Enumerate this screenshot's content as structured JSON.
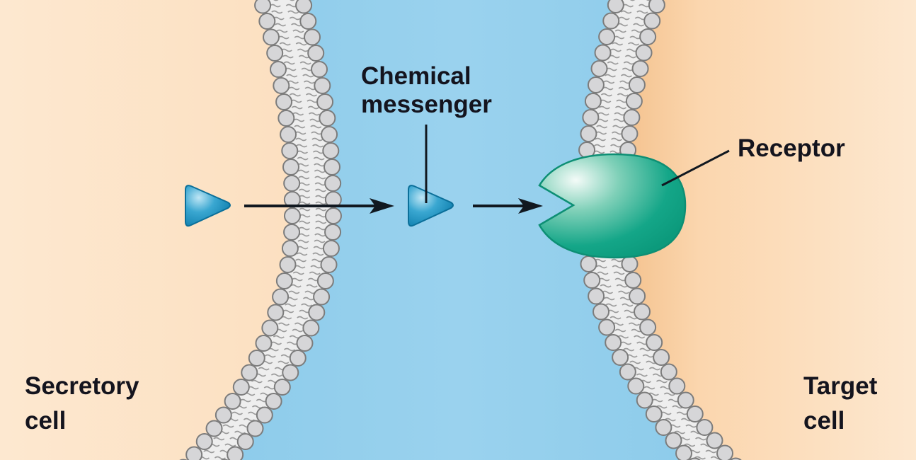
{
  "title": "Chemical signaling between a secretory cell and a target cell",
  "labels": {
    "chemical_messenger": [
      "Chemical",
      "messenger"
    ],
    "receptor": "Receptor",
    "secretory_cell": [
      "Secretory",
      "cell"
    ],
    "target_cell": [
      "Target",
      "cell"
    ]
  },
  "colors": {
    "cytoplasm_light": "#fde6cc",
    "cytoplasm_dark": "#f5c38e",
    "extracellular_fluid": "#8fcbea",
    "membrane_fill": "#eeeeee",
    "phospholipid_head": "#d6d6d8",
    "phospholipid_outline": "#7c7c7c",
    "lipid_tail": "#9a9a9a",
    "messenger": "#1d8fbd",
    "receptor": "#0fa386",
    "arrow": "#111820",
    "text": "#14141e"
  },
  "elements": {
    "messenger_count": 2,
    "arrow_count": 2,
    "membrane_count": 2
  }
}
